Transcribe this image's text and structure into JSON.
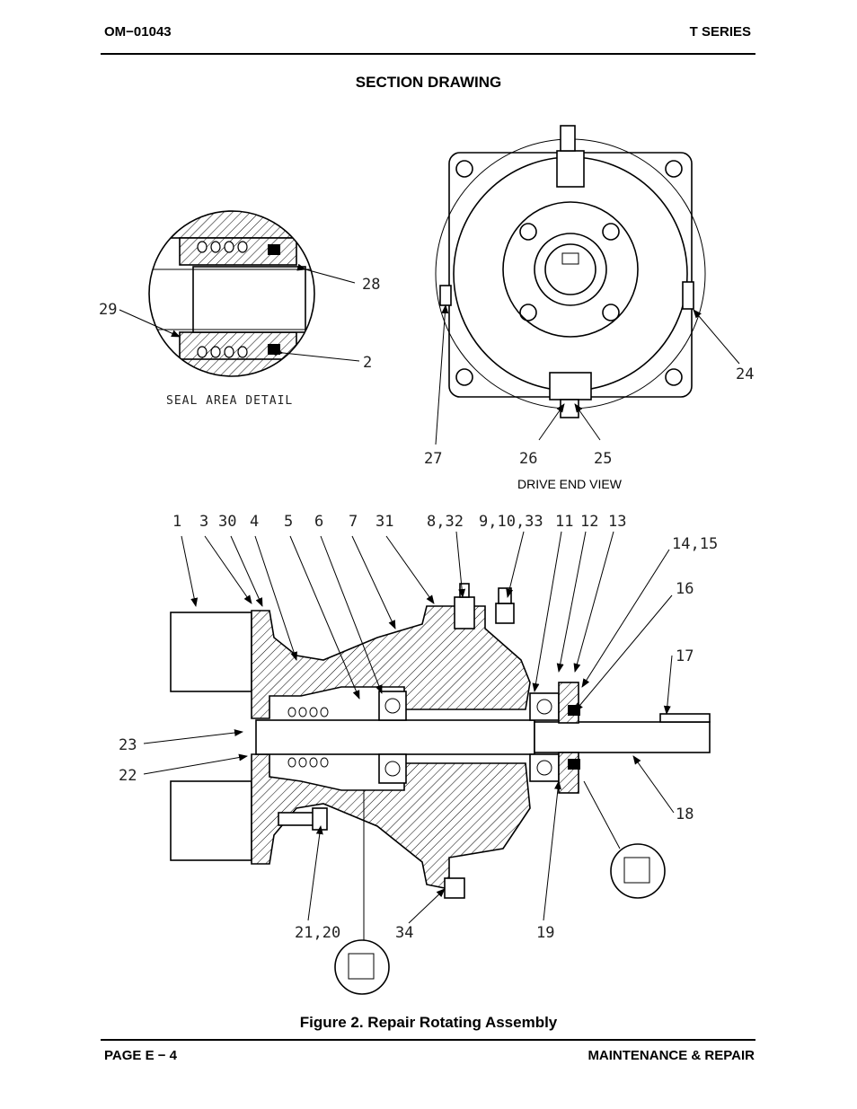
{
  "header": {
    "doc_number": "OM−01043",
    "series": "T SERIES"
  },
  "section_title": "SECTION DRAWING",
  "seal_detail": {
    "caption": "SEAL AREA DETAIL",
    "callouts": {
      "c28": "28",
      "c29": "29",
      "c2": "2"
    }
  },
  "drive_end_view": {
    "caption": "DRIVE END VIEW",
    "callouts": {
      "c24": "24",
      "c25": "25",
      "c26": "26",
      "c27": "27"
    }
  },
  "assembly": {
    "top_callouts": {
      "c1": "1",
      "c3": "3",
      "c30": "30",
      "c4": "4",
      "c5": "5",
      "c6": "6",
      "c7": "7",
      "c31": "31",
      "c8_32": "8,32",
      "c9_10_33": "9,10,33",
      "c11": "11",
      "c12": "12",
      "c13": "13",
      "c14_15": "14,15",
      "c16": "16",
      "c17": "17"
    },
    "other_callouts": {
      "c23": "23",
      "c22": "22",
      "c18": "18",
      "c21_20": "21,20",
      "c34": "34",
      "c19": "19"
    }
  },
  "figure_caption": "Figure 2. Repair Rotating Assembly",
  "footer": {
    "page": "PAGE E − 4",
    "section": "MAINTENANCE & REPAIR"
  }
}
